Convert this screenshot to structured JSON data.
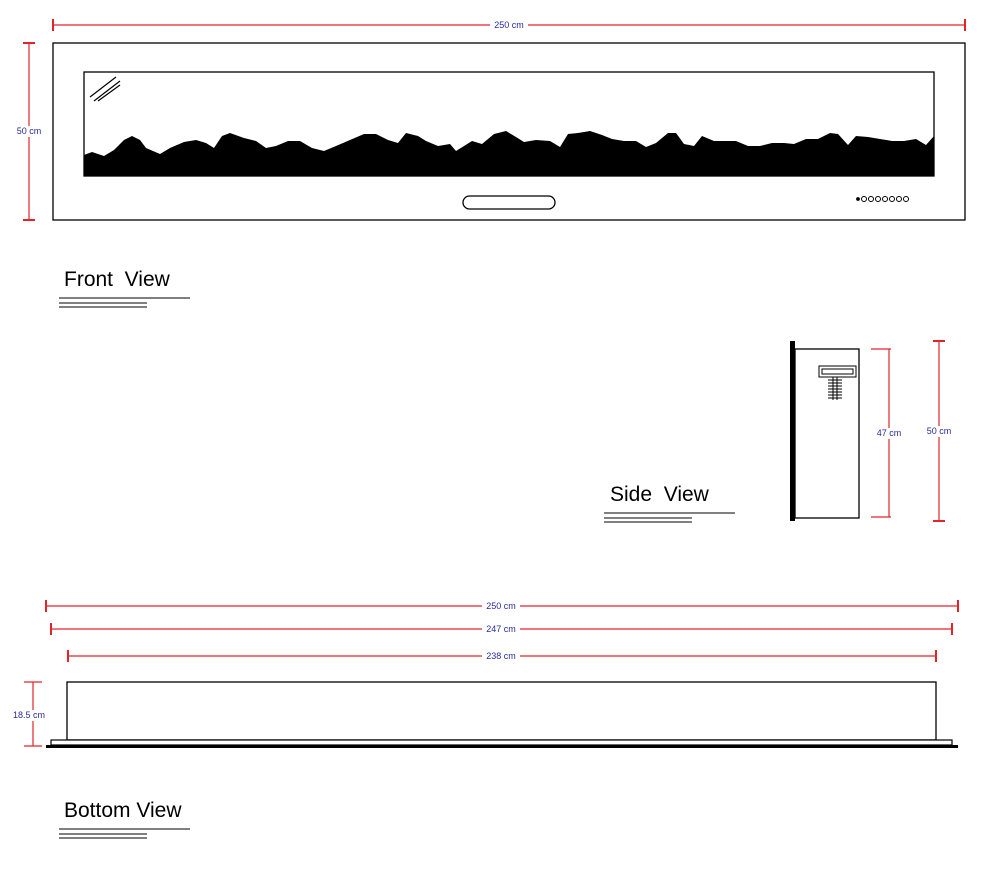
{
  "views": {
    "front": {
      "title": "Front  View"
    },
    "side": {
      "title": "Side  View"
    },
    "bottom": {
      "title": "Bottom View"
    }
  },
  "dimensions": {
    "front_width": "250 cm",
    "front_height": "50 cm",
    "side_inner_height": "47 cm",
    "side_height": "50 cm",
    "bottom_width_outer": "250 cm",
    "bottom_width_mid": "247 cm",
    "bottom_width_inner": "238 cm",
    "bottom_depth": "18.5 cm"
  },
  "colors": {
    "dimension_line": "#e0252a",
    "dimension_text": "#2a2a9a",
    "outline": "#000000"
  }
}
